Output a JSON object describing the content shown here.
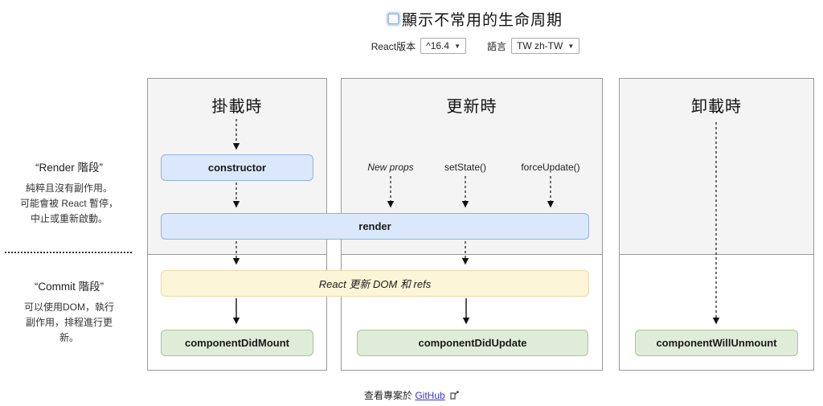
{
  "title": {
    "label": "顯示不常用的生命周期"
  },
  "controls": {
    "version_label": "React版本",
    "version_value": "^16.4",
    "language_label": "語言",
    "language_value": "TW zh-TW",
    "dropdown_arrow": "▼"
  },
  "sidebar": {
    "render_phase": {
      "title": "“Render 階段”",
      "description_lines": [
        "純粹且沒有副作用。",
        "可能會被 React 暫停，",
        "中止或重新啟動。"
      ]
    },
    "commit_phase": {
      "title": "“Commit 階段”",
      "description_lines": [
        "可以使用DOM，執行",
        "副作用，排程進行更",
        "新。"
      ]
    }
  },
  "columns": [
    {
      "header": "掛載時"
    },
    {
      "header": "更新時"
    },
    {
      "header": "卸載時"
    }
  ],
  "update_triggers": [
    "New props",
    "setState()",
    "forceUpdate()"
  ],
  "boxes": {
    "constructor": "constructor",
    "render": "render",
    "dom_update": "React 更新 DOM 和 refs",
    "did_mount": "componentDidMount",
    "did_update": "componentDidUpdate",
    "will_unmount": "componentWillUnmount"
  },
  "footer": {
    "text": "查看專案於",
    "link": "GitHub"
  },
  "colors": {
    "blue_box_bg": "#dbe8fb",
    "blue_box_border": "#8fb4e3",
    "yellow_box_bg": "#fdf5d8",
    "yellow_box_border": "#eed9a1",
    "green_box_bg": "#dfecd8",
    "green_box_border": "#a9c696",
    "panel_border": "#999999",
    "render_section_bg": "#f4f4f4",
    "link": "#3333cc"
  }
}
